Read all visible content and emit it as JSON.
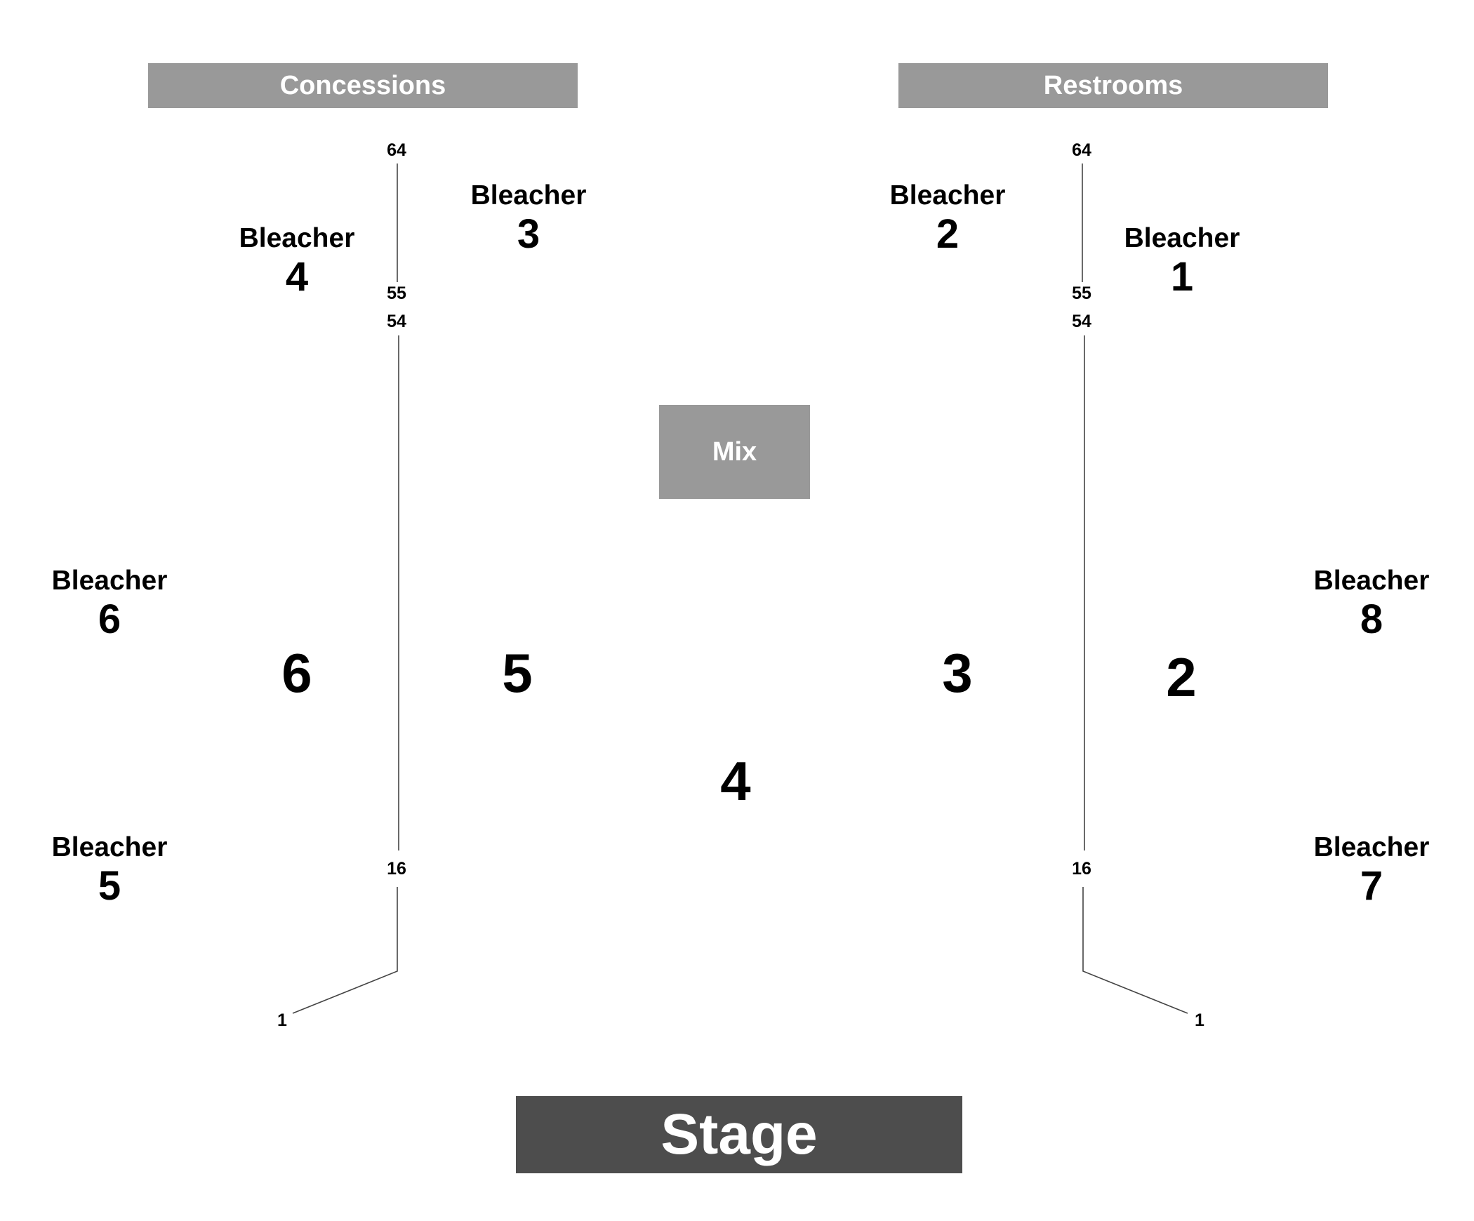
{
  "areas": {
    "concessions": "Concessions",
    "restrooms": "Restrooms",
    "mix": "Mix",
    "stage": "Stage"
  },
  "bleachers": [
    {
      "word": "Bleacher",
      "number": "1"
    },
    {
      "word": "Bleacher",
      "number": "2"
    },
    {
      "word": "Bleacher",
      "number": "3"
    },
    {
      "word": "Bleacher",
      "number": "4"
    },
    {
      "word": "Bleacher",
      "number": "5"
    },
    {
      "word": "Bleacher",
      "number": "6"
    },
    {
      "word": "Bleacher",
      "number": "7"
    },
    {
      "word": "Bleacher",
      "number": "8"
    }
  ],
  "sections": [
    "2",
    "3",
    "4",
    "5",
    "6"
  ],
  "seat_markers": {
    "left": {
      "top": "64",
      "upper_end": "55",
      "lower_start": "54",
      "lower_end": "16",
      "end": "1"
    },
    "right": {
      "top": "64",
      "upper_end": "55",
      "lower_start": "54",
      "lower_end": "16",
      "end": "1"
    }
  },
  "colors": {
    "area_bar": "#999999",
    "stage_bar": "#4d4d4d",
    "line": "#444444",
    "text": "#000000"
  }
}
